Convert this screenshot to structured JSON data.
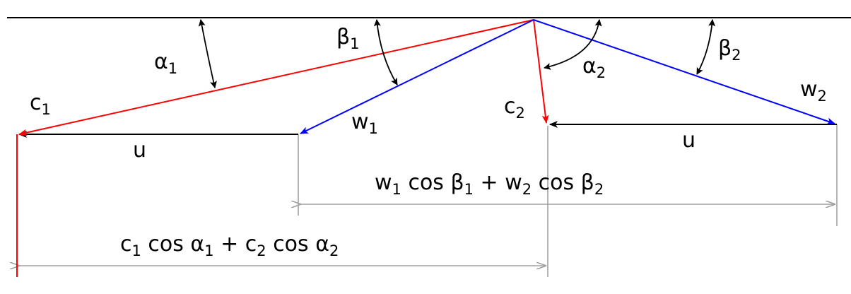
{
  "colors": {
    "absolute_velocity": "#ff0000",
    "relative_velocity": "#0000ff",
    "blade_speed": "#000000",
    "dimension": "#a0a0a0",
    "angle_arc": "#000000"
  },
  "labels": {
    "c1": {
      "base": "c",
      "sub": "1"
    },
    "c2": {
      "base": "c",
      "sub": "2"
    },
    "w1": {
      "base": "w",
      "sub": "1"
    },
    "w2": {
      "base": "w",
      "sub": "2"
    },
    "u_inlet": "u",
    "u_outlet": "u",
    "alpha1": {
      "base": "α",
      "sub": "1"
    },
    "alpha2": {
      "base": "α",
      "sub": "2"
    },
    "beta1": {
      "base": "β",
      "sub": "1"
    },
    "beta2": {
      "base": "β",
      "sub": "2"
    },
    "w_sum": {
      "t1": "w",
      "s1": "1",
      "t2": " cos β",
      "s2": "1",
      "t3": " + w",
      "s3": "2",
      "t4": " cos β",
      "s4": "2"
    },
    "c_sum": {
      "t1": "c",
      "s1": "1",
      "t2": " cos α",
      "s2": "1",
      "t3": " + c",
      "s3": "2",
      "t4": " cos α",
      "s4": "2"
    }
  }
}
